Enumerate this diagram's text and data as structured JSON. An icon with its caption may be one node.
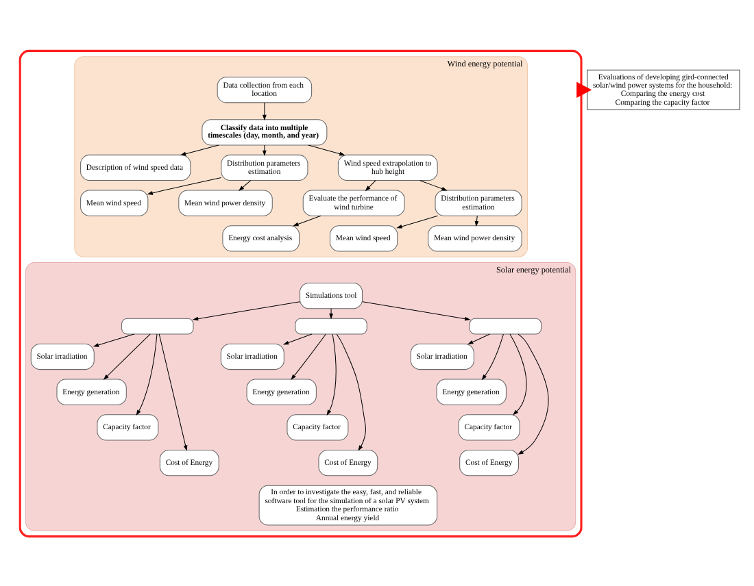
{
  "diagram": {
    "nodes": [
      {
        "text": [],
        "shape": "box"
      },
      {
        "text": [
          "Wind energy potential"
        ],
        "in": 0
      },
      {
        "text": [
          "Data collection from each location"
        ],
        "in": 1
      },
      {
        "text": [
          "Classify data into multiple timescales (day, month, and year)"
        ],
        "in": 1
      },
      {
        "text": [
          "Description of wind speed data"
        ],
        "in": 1
      },
      {
        "text": [
          "Distribution parameters estimation"
        ],
        "in": 1
      },
      {
        "text": [
          "Mean wind speed"
        ],
        "in": 1
      },
      {
        "text": [
          "Mean wind power density"
        ],
        "in": 1
      },
      {
        "text": [
          "Wind speed extrapolation to hub height"
        ],
        "in": 1
      },
      {
        "text": [
          "Evaluate the performance of wind turbine"
        ],
        "in": 1
      },
      {
        "text": [
          "Distribution parameters estimation"
        ],
        "in": 1
      },
      {
        "text": [
          "Mean wind speed"
        ],
        "in": 1
      },
      {
        "text": [
          "Mean wind power density"
        ],
        "in": 1
      },
      {
        "text": [
          "Energy cost analysis"
        ],
        "in": 1
      },
      {
        "text": [
          "Solar energy potential"
        ],
        "in": 0
      },
      {
        "text": [
          "Simulations tool"
        ],
        "in": 14
      },
      {
        "text": [],
        "shape": "box",
        "in": 14
      },
      {
        "text": [
          "Solar irradiation"
        ],
        "in": 14
      },
      {
        "text": [
          "Energy generation"
        ],
        "in": 14
      },
      {
        "text": [
          "Capacity factor"
        ],
        "in": 14
      },
      {
        "text": [
          "Cost of Energy"
        ],
        "in": 14
      },
      {
        "text": [],
        "shape": "box",
        "in": 14
      },
      {
        "text": [
          "Solar irradiation"
        ],
        "in": 14
      },
      {
        "text": [
          "Energy generation"
        ],
        "in": 14
      },
      {
        "text": [
          "Capacity factor"
        ],
        "in": 14
      },
      {
        "text": [
          "Cost of Energy"
        ],
        "in": 14
      },
      {
        "text": [],
        "shape": "box",
        "in": 14
      },
      {
        "text": [
          "Solar irradiation"
        ],
        "in": 14
      },
      {
        "text": [
          "Energy generation"
        ],
        "in": 14
      },
      {
        "text": [
          "Capacity factor"
        ],
        "in": 14
      },
      {
        "text": [
          "Cost of Energy"
        ],
        "in": 14
      },
      {
        "text": [
          "In order to investigate the easy, fast, and reliable software tool for the simulation of a solar PV system",
          "Estimation the performance ratio",
          "Annual energy yield"
        ],
        "in": 14
      },
      {
        "text": [
          "Evaluations of developing gird-connected solar/wind power systems for the household:",
          "Comparing the energy cost",
          "Comparing the capacity factor"
        ]
      }
    ],
    "edges": [
      {
        "from": 2,
        "to": 3,
        "arrow": "to"
      },
      {
        "from": 3,
        "to": 4,
        "arrow": "to"
      },
      {
        "from": 3,
        "to": 5,
        "arrow": "to"
      },
      {
        "from": 5,
        "to": 6,
        "arrow": "to"
      },
      {
        "from": 5,
        "to": 7,
        "arrow": "to"
      },
      {
        "from": 3,
        "to": 8,
        "arrow": "to"
      },
      {
        "from": 8,
        "to": 9,
        "arrow": "to"
      },
      {
        "from": 8,
        "to": 10,
        "arrow": "to"
      },
      {
        "from": 10,
        "to": 11,
        "arrow": "to"
      },
      {
        "from": 10,
        "to": 12,
        "arrow": "to"
      },
      {
        "from": 9,
        "to": 13,
        "arrow": "to"
      },
      {
        "from": 15,
        "to": 16,
        "arrow": "to"
      },
      {
        "from": 15,
        "to": 21,
        "arrow": "to"
      },
      {
        "from": 15,
        "to": 26,
        "arrow": "to"
      },
      {
        "from": 16,
        "to": 17,
        "arrow": "to"
      },
      {
        "from": 16,
        "to": 18,
        "arrow": "to"
      },
      {
        "from": 16,
        "to": 19,
        "arrow": "to"
      },
      {
        "from": 16,
        "to": 20,
        "arrow": "to"
      },
      {
        "from": 21,
        "to": 22,
        "arrow": "to"
      },
      {
        "from": 21,
        "to": 23,
        "arrow": "to"
      },
      {
        "from": 21,
        "to": 24,
        "arrow": "to"
      },
      {
        "from": 21,
        "to": 25,
        "arrow": "to"
      },
      {
        "from": 26,
        "to": 27,
        "arrow": "to"
      },
      {
        "from": 26,
        "to": 28,
        "arrow": "to"
      },
      {
        "from": 26,
        "to": 29,
        "arrow": "to"
      },
      {
        "from": 26,
        "to": 30,
        "arrow": "to"
      },
      {
        "from": 0,
        "to": 32,
        "arrow": "to",
        "style": "thick",
        "color": "#ff0000"
      }
    ]
  }
}
